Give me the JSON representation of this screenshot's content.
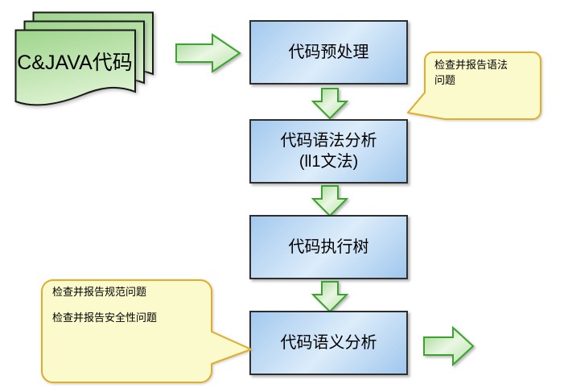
{
  "diagram": {
    "source": {
      "label": "C&JAVA代码"
    },
    "boxes": [
      {
        "lines": [
          "代码预处理"
        ]
      },
      {
        "lines": [
          "代码语法分析",
          "(ll1文法)"
        ]
      },
      {
        "lines": [
          "代码执行树"
        ]
      },
      {
        "lines": [
          "代码语义分析"
        ]
      }
    ],
    "callouts": {
      "syntax": {
        "lines": [
          "检查并报告语法",
          "问题"
        ]
      },
      "semantic": {
        "lines": [
          "检查并报告规范问题",
          "检查并报告安全性问题"
        ]
      }
    },
    "colors": {
      "box_fill_dark": "#a3c9ee",
      "box_fill_light": "#dcecfa",
      "box_border": "#2e2e2e",
      "arrow_fill_light": "#eaf7e3",
      "arrow_fill_dark": "#9ed48f",
      "arrow_border": "#3da32f",
      "callout_fill": "#fbfacd",
      "callout_border": "#dfae2d",
      "doc_fill_dark": "#9ed48c",
      "doc_fill_light": "#dcf2d0",
      "doc_border": "#1a1a1a",
      "text": "#000000",
      "background": "#ffffff"
    }
  }
}
